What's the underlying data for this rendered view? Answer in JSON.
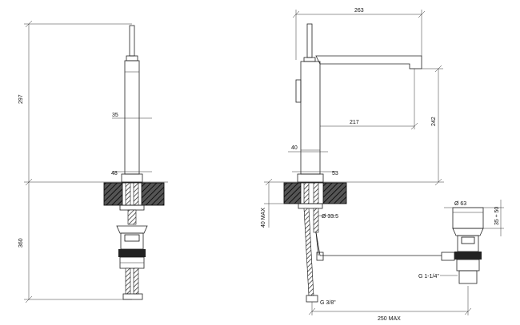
{
  "dimensions": {
    "left_view": {
      "total_height": "297",
      "stem_diameter": "35",
      "base_width": "48",
      "below_deck_length": "360"
    },
    "right_view": {
      "overall_width": "263",
      "reach": "217",
      "spout_height": "242",
      "body_diameter": "40",
      "base_width": "53",
      "deck_thickness_max": "40 MAX",
      "hole_diameter": "Ø 33.5",
      "waste_diameter": "Ø 63",
      "waste_adjust": "35 ÷ 50",
      "waste_thread": "G 1-1/4\"",
      "hose_thread": "G 3/8\"",
      "rod_length_max": "250 MAX"
    }
  }
}
